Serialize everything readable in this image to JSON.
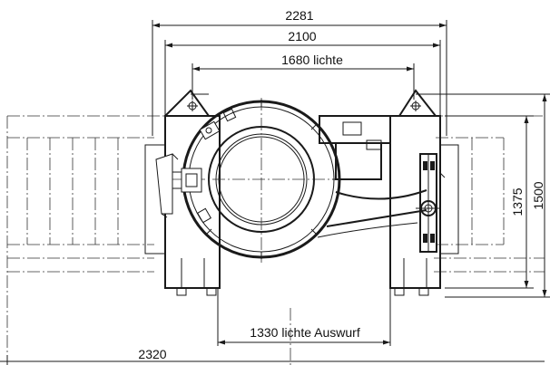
{
  "dimensions": {
    "overall_width": "2281",
    "frame_width": "2100",
    "clear_width": "1680 lichte",
    "discharge_width": "1330 lichte Auswurf",
    "total_length": "2320",
    "height_inner": "1375",
    "height_outer": "1500"
  }
}
